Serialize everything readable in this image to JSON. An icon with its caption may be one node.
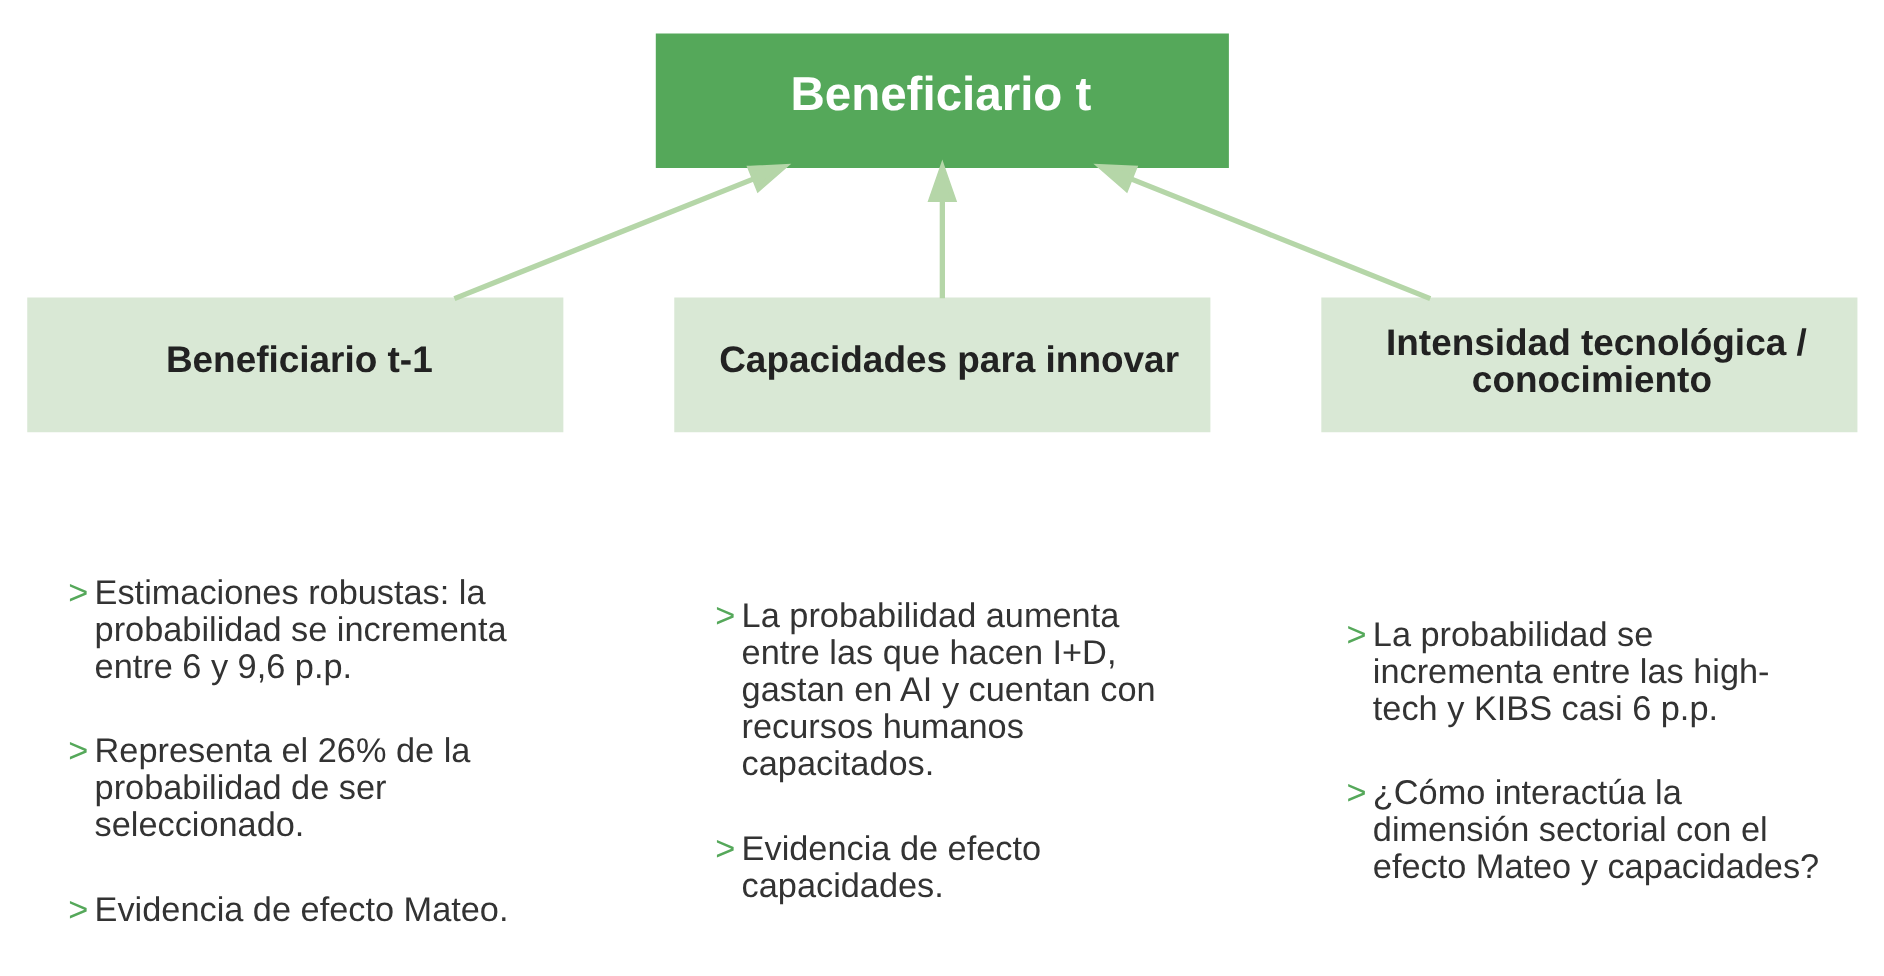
{
  "diagram": {
    "nodes": [
      {
        "text": [
          "Beneficiario t"
        ]
      },
      {
        "text": [
          "Beneficiario t-1"
        ],
        "beside": [
          "Estimaciones robustas: la probabilidad se incrementa entre 6 y 9,6 p.p.",
          "Representa el 26% de la probabilidad de ser seleccionado.",
          "Evidencia de efecto Mateo."
        ]
      },
      {
        "text": [
          "Capacidades para innovar"
        ],
        "beside": [
          "La probabilidad aumenta entre las que hacen I+D, gastan en AI y cuentan con recursos humanos capacitados.",
          "Evidencia de efecto capacidades."
        ]
      },
      {
        "text": [
          "Intensidad tecnológica / conocimiento"
        ],
        "beside": [
          "La probabilidad se incrementa entre las high-tech y KIBS casi 6 p.p.",
          "¿Cómo interactúa la dimensión sectorial con el efecto Mateo y capacidades?"
        ]
      }
    ],
    "edges": [
      {
        "from": 1,
        "to": 0,
        "arrow": "to"
      },
      {
        "from": 2,
        "to": 0,
        "arrow": "to"
      },
      {
        "from": 3,
        "to": 0,
        "arrow": "to"
      }
    ],
    "labels": [
      ">",
      ">",
      ">",
      ">",
      ">",
      ">",
      ">"
    ]
  }
}
